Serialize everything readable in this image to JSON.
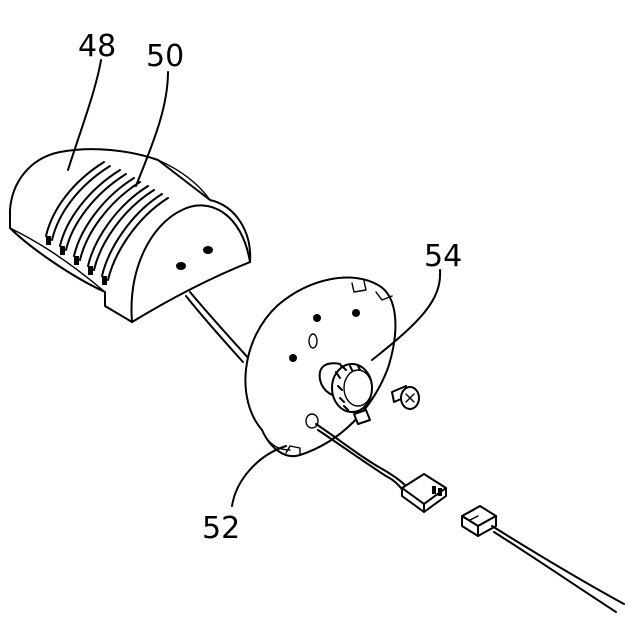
{
  "figure": {
    "labels": [
      "48",
      "50",
      "52",
      "54"
    ]
  }
}
